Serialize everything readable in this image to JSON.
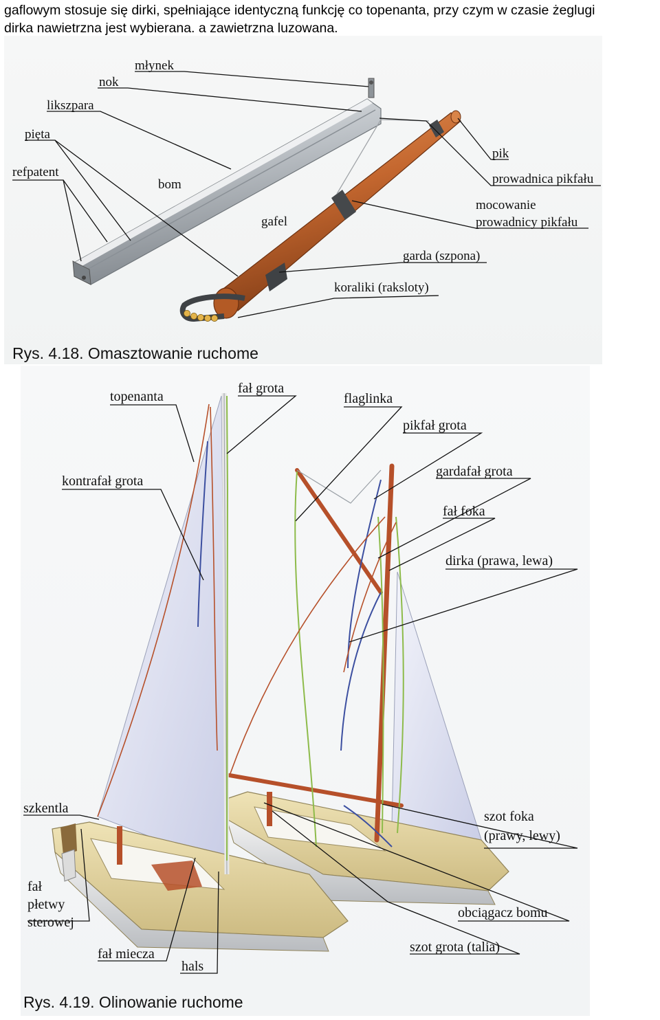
{
  "intro": {
    "line1": "gaflowym stosuje się dirki, spełniające identyczną funkcję co topenanta, przy czym w czasie żeglugi",
    "line2": "dirka nawietrzna jest wybierana. a zawietrzna luzowana."
  },
  "figure1": {
    "caption": "Rys. 4.18. Omasztowanie ruchome",
    "labels": {
      "mlynek": "młynek",
      "nok": "nok",
      "likszpara": "likszpara",
      "pieta": "pięta",
      "refpatent": "refpatent",
      "bom": "bom",
      "gafel": "gafel",
      "pik": "pik",
      "prowadnica": "prowadnica pikfału",
      "mocowanie1": "mocowanie",
      "mocowanie2": "prowadnicy pikfału",
      "garda": "garda (szpona)",
      "koraliki": "koraliki (raksloty)"
    }
  },
  "figure2": {
    "caption": "Rys. 4.19. Olinowanie ruchome",
    "labels": {
      "topenanta": "topenanta",
      "fal_grota": "fał grota",
      "flaglinka": "flaglinka",
      "pikfal": "pikfał grota",
      "kontrafal": "kontrafał grota",
      "gardafal": "gardafał grota",
      "fal_foka": "fał foka",
      "dirka": "dirka (prawa, lewa)",
      "szkentla": "szkentla",
      "szot_foka1": "szot foka",
      "szot_foka2": "(prawy, lewy)",
      "fal_pletwy1": "fał",
      "fal_pletwy2": "płetwy",
      "fal_pletwy3": "sterowej",
      "obciagacz": "obciągacz bomu",
      "fal_miecza": "fał miecza",
      "hals": "hals",
      "szot_grota": "szot grota (talia)"
    }
  },
  "colors": {
    "boom": "#b9bec3",
    "gaff": "#c46a32",
    "sail": "#e3e6f4",
    "hull": "#e6d8a6",
    "red_line": "#b4441e",
    "blue_line": "#3c4fa0",
    "green_line": "#8dbb4a"
  }
}
